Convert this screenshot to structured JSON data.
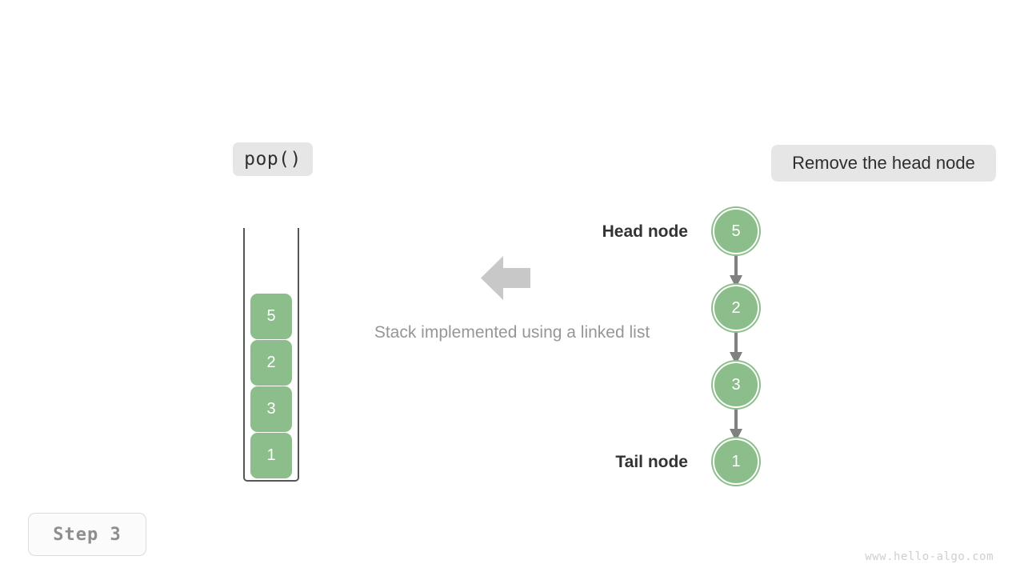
{
  "operation_badge": {
    "label": "pop()"
  },
  "action_badge": {
    "label": "Remove the head node"
  },
  "step_badge": {
    "label": "Step 3"
  },
  "watermark": {
    "text": "www.hello-algo.com"
  },
  "caption": {
    "text": "Stack implemented using a linked list"
  },
  "stack": {
    "cells": [
      {
        "value": "5"
      },
      {
        "value": "2"
      },
      {
        "value": "3"
      },
      {
        "value": "1"
      }
    ]
  },
  "linked_list": {
    "head_label": "Head node",
    "tail_label": "Tail node",
    "nodes": [
      {
        "value": "5"
      },
      {
        "value": "2"
      },
      {
        "value": "3"
      },
      {
        "value": "1"
      }
    ]
  },
  "colors": {
    "node_green": "#8cbe8c",
    "badge_gray": "#e6e6e6",
    "arrow_gray": "#c8c8c8",
    "link_arrow_gray": "#808080",
    "caption_gray": "#969696",
    "container_border": "#555555",
    "watermark_gray": "#cfcfcf"
  }
}
